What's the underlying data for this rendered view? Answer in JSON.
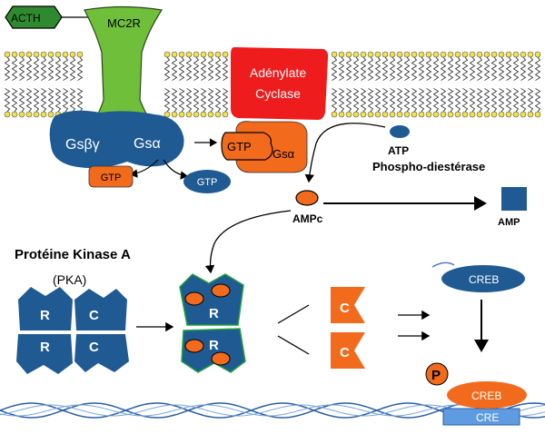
{
  "labels": {
    "acth": "ACTH",
    "mc2r": "MC2R",
    "adenylate_line1": "Adénylate",
    "adenylate_line2": "Cyclase",
    "gs_beta_gamma": "Gsβγ",
    "gs_alpha": "Gsα",
    "gtp": "GTP",
    "atp": "ATP",
    "phosphodiesterase": "Phospho-diestérase",
    "ampc": "AMPc",
    "amp": "AMP",
    "pka_title": "Protéine  Kinase A",
    "pka_abbrev": "(PKA)",
    "regulatory": "R",
    "catalytic": "C",
    "creb": "CREB",
    "phospho": "P",
    "cre": "CRE"
  },
  "colors": {
    "acth": "#2f8a2f",
    "mc2r": "#6fbf3a",
    "adenylate_cyclase": "#ee1c1c",
    "g_protein_blue": "#1f5a93",
    "orange": "#f26a1b",
    "membrane_lipid": "#f2e24a",
    "pka_outline": "#22a33a",
    "dna": "#2b5ea7",
    "cre_box": "#5f9be0"
  }
}
